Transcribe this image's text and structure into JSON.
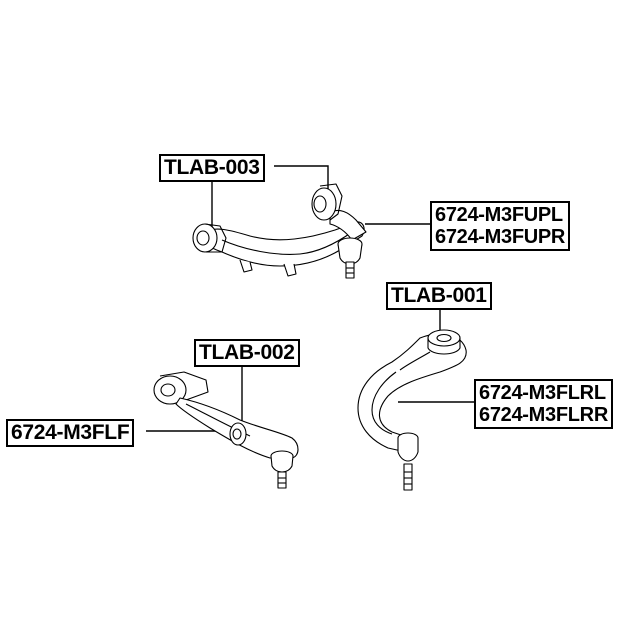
{
  "parts": {
    "upper_arm": {
      "bushing_code": "TLAB-003",
      "part_numbers": [
        "6724-M3FUPL",
        "6724-M3FUPR"
      ]
    },
    "rear_lower_arm": {
      "bushing_code": "TLAB-001",
      "part_numbers": [
        "6724-M3FLRL",
        "6724-M3FLRR"
      ]
    },
    "front_lower_arm": {
      "bushing_code": "TLAB-002",
      "part_numbers": [
        "6724-M3FLF"
      ]
    }
  }
}
